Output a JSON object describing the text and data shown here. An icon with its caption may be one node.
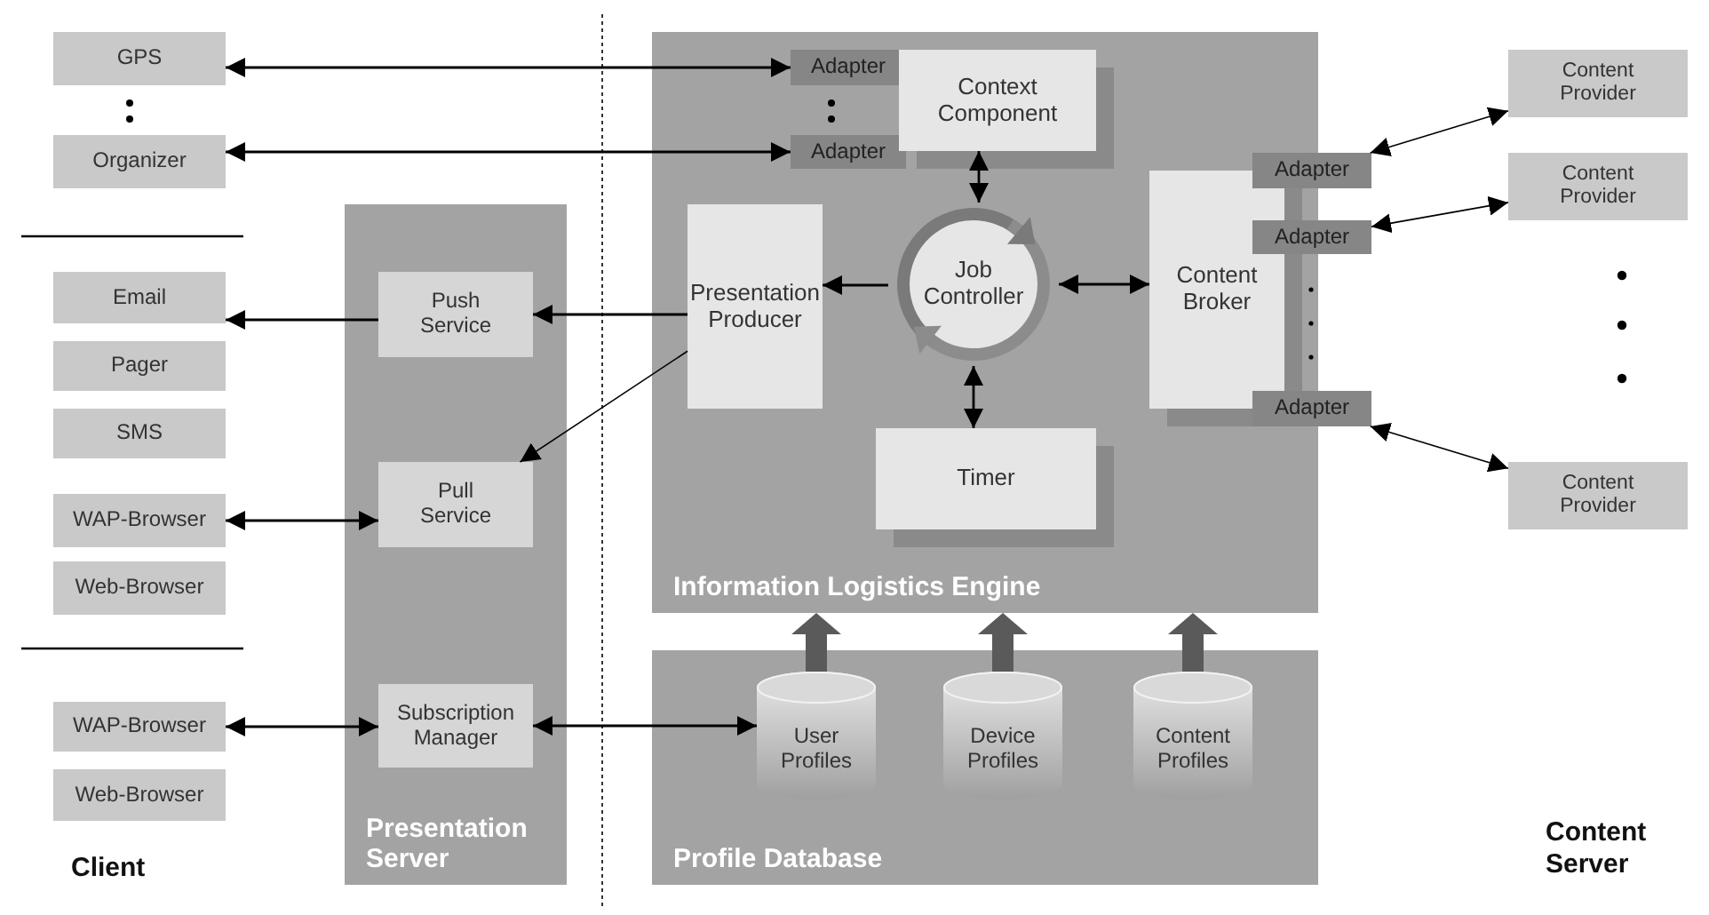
{
  "diagram": {
    "nodes": [
      {
        "text": [
          "GPS"
        ]
      },
      {
        "text": [
          "Organizer"
        ]
      },
      {
        "text": [
          "Email"
        ]
      },
      {
        "text": [
          "Pager"
        ]
      },
      {
        "text": [
          "SMS"
        ]
      },
      {
        "text": [
          "WAP-Browser"
        ]
      },
      {
        "text": [
          "Web-Browser"
        ]
      },
      {
        "text": [
          "WAP-Browser"
        ]
      },
      {
        "text": [
          "Web-Browser"
        ]
      },
      {
        "text": [
          "Presentation Server"
        ]
      },
      {
        "text": [
          "Push Service"
        ],
        "in": 9
      },
      {
        "text": [
          "Pull Service"
        ],
        "in": 9
      },
      {
        "text": [
          "Subscription Manager"
        ],
        "in": 9
      },
      {
        "text": [
          "Information Logistics Engine"
        ]
      },
      {
        "text": [
          "Adapter"
        ],
        "in": 13
      },
      {
        "text": [
          "Adapter"
        ],
        "in": 13
      },
      {
        "text": [
          "Context Component"
        ],
        "in": 13
      },
      {
        "text": [
          "Presentation Producer"
        ],
        "in": 13
      },
      {
        "text": [
          "Job Controller"
        ],
        "in": 13
      },
      {
        "text": [
          "Content Broker"
        ],
        "in": 13
      },
      {
        "text": [
          "Adapter"
        ]
      },
      {
        "text": [
          "Adapter"
        ]
      },
      {
        "text": [
          "Adapter"
        ]
      },
      {
        "text": [
          "Timer"
        ],
        "in": 13
      },
      {
        "text": [
          "Content Provider"
        ]
      },
      {
        "text": [
          "Content Provider"
        ]
      },
      {
        "text": [
          "Content Provider"
        ]
      },
      {
        "text": [
          "Profile Database"
        ]
      },
      {
        "text": [
          "User Profiles"
        ],
        "in": 27
      },
      {
        "text": [
          "Device Profiles"
        ],
        "in": 27
      },
      {
        "text": [
          "Content Profiles"
        ],
        "in": 27
      }
    ],
    "edges": [
      {
        "from": 0,
        "to": 14,
        "arrow": "both"
      },
      {
        "from": 1,
        "to": 15,
        "arrow": "both"
      },
      {
        "from": 10,
        "to": 2,
        "arrow": "to"
      },
      {
        "from": 17,
        "to": 10,
        "arrow": "to"
      },
      {
        "from": 17,
        "to": 11,
        "arrow": "to"
      },
      {
        "from": 5,
        "to": 11,
        "arrow": "both"
      },
      {
        "from": 7,
        "to": 12,
        "arrow": "both"
      },
      {
        "from": 12,
        "to": 28,
        "arrow": "both"
      },
      {
        "from": 18,
        "to": 17,
        "arrow": "to"
      },
      {
        "from": 16,
        "to": 18,
        "arrow": "both"
      },
      {
        "from": 18,
        "to": 19,
        "arrow": "both"
      },
      {
        "from": 18,
        "to": 23,
        "arrow": "both"
      },
      {
        "from": 20,
        "to": 24,
        "arrow": "both"
      },
      {
        "from": 21,
        "to": 25,
        "arrow": "both"
      },
      {
        "from": 22,
        "to": 26,
        "arrow": "both"
      },
      {
        "from": 28,
        "to": 13,
        "arrow": "to",
        "style": "thick",
        "color": "#5a5a5a"
      },
      {
        "from": 29,
        "to": 13,
        "arrow": "to",
        "style": "thick",
        "color": "#5a5a5a"
      },
      {
        "from": 30,
        "to": 13,
        "arrow": "to",
        "style": "thick",
        "color": "#5a5a5a"
      }
    ],
    "labels": [
      "Client",
      "Content Server"
    ]
  }
}
